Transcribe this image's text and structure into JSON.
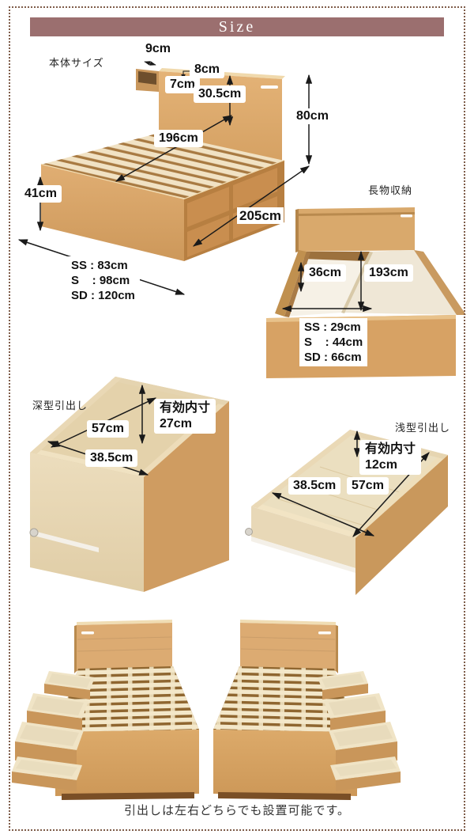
{
  "header": {
    "title": "Size",
    "bg_color": "#9b6f6f"
  },
  "page": {
    "border_color": "#7e5c49",
    "wood_color": "#d9a565"
  },
  "sections": {
    "main": {
      "label": "本体サイズ",
      "shelf_depth": "9cm",
      "shelf_opening": "8cm",
      "panel_thickness": "7cm",
      "headboard_above": "30.5cm",
      "headboard_total": "80cm",
      "length_inner": "196cm",
      "base_height": "41cm",
      "length_total": "205cm",
      "widths": [
        "SS : 83cm",
        "S    : 98cm",
        "SD : 120cm"
      ]
    },
    "nagamono": {
      "label": "長物収納",
      "depth": "36cm",
      "length": "193cm",
      "widths": [
        "SS : 29cm",
        "S    : 44cm",
        "SD : 66cm"
      ]
    },
    "deep": {
      "label": "深型引出し",
      "length": "57cm",
      "width": "38.5cm",
      "inner_title": "有効内寸",
      "inner_depth": "27cm"
    },
    "shallow": {
      "label": "浅型引出し",
      "width": "38.5cm",
      "length": "57cm",
      "inner_title": "有効内寸",
      "inner_depth": "12cm"
    }
  },
  "footer": {
    "note": "引出しは左右どちらでも設置可能です。"
  }
}
